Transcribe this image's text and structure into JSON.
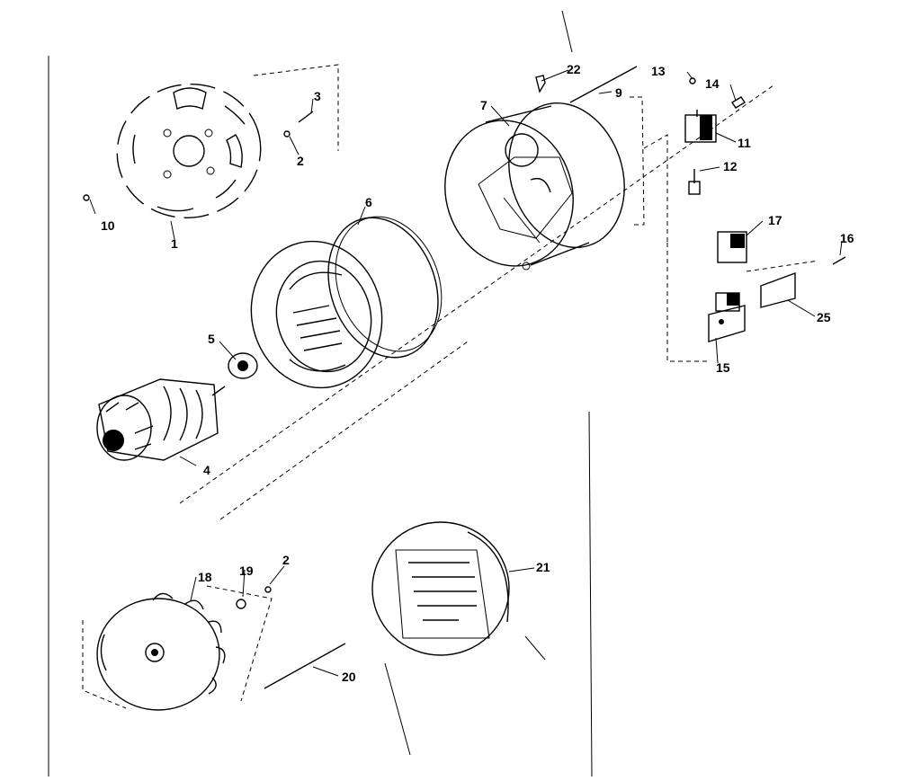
{
  "diagram": {
    "part_numbers": {
      "p1": "1",
      "p2a": "2",
      "p2b": "2",
      "p3": "3",
      "p4": "4",
      "p5": "5",
      "p6": "6",
      "p7": "7",
      "p9": "9",
      "p10": "10",
      "p11": "11",
      "p12": "12",
      "p13": "13",
      "p14": "14",
      "p15": "15",
      "p16": "16",
      "p17": "17",
      "p18": "18",
      "p19": "19",
      "p20": "20",
      "p21": "21",
      "p22": "22",
      "p25": "25"
    }
  }
}
